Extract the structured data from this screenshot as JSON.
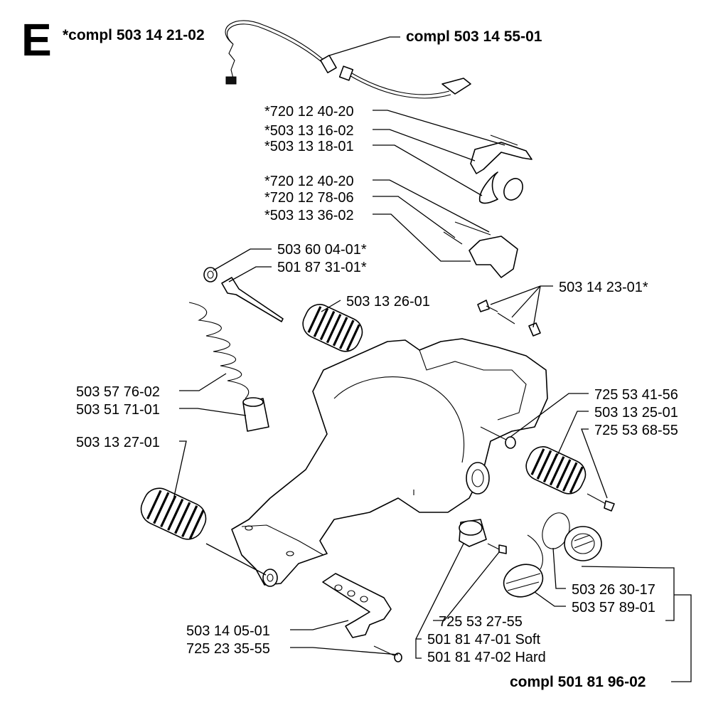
{
  "section_letter": "E",
  "labels": {
    "compl_503_14_21_02": "*compl 503 14 21-02",
    "compl_503_14_55_01": "compl 503 14 55-01",
    "p720_12_40_20_a": "*720 12 40-20",
    "p503_13_16_02": "*503 13 16-02",
    "p503_13_18_01": "*503 13 18-01",
    "p720_12_40_20_b": "*720 12 40-20",
    "p720_12_78_06": "*720 12 78-06",
    "p503_13_36_02": "*503 13 36-02",
    "p503_60_04_01": "503 60 04-01*",
    "p501_87_31_01": "501 87 31-01*",
    "p503_14_23_01": "503 14 23-01*",
    "p503_13_26_01": "503 13 26-01",
    "p503_57_76_02": "503 57 76-02",
    "p503_51_71_01": "503 51 71-01",
    "p503_13_27_01": "503 13 27-01",
    "p725_53_41_56": "725 53 41-56",
    "p503_13_25_01": "503 13 25-01",
    "p725_53_68_55": "725 53 68-55",
    "p503_26_30_17": "503 26 30-17",
    "p503_57_89_01": "503 57 89-01",
    "p725_53_27_55": "725 53 27-55",
    "p501_81_47_01": "501 81 47-01 Soft",
    "p501_81_47_02": "501 81 47-02 Hard",
    "p503_14_05_01": "503 14 05-01",
    "p725_23_35_55": "725 23 35-55",
    "compl_501_81_96_02": "compl 501 81 96-02"
  }
}
